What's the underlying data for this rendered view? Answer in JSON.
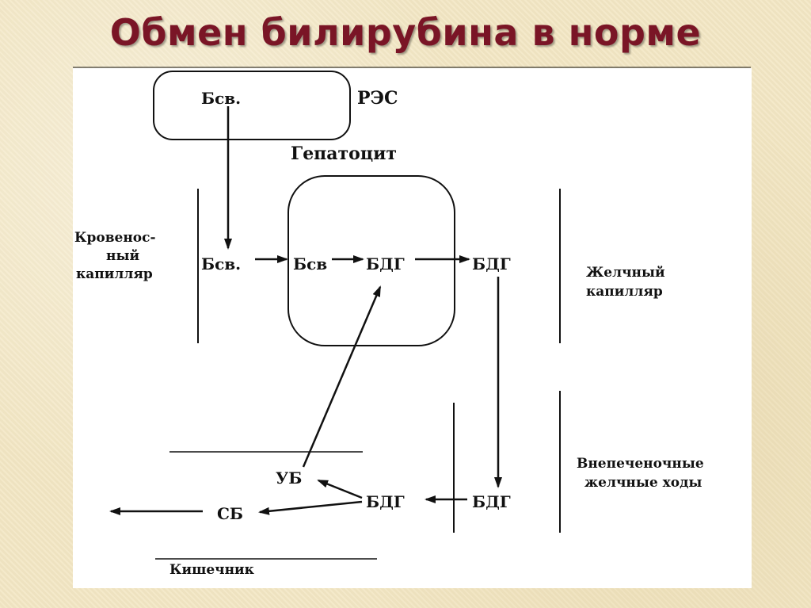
{
  "slide": {
    "title": "Обмен билирубина в норме"
  },
  "diagram": {
    "res_box_label": "Бсв.",
    "res_title": "РЭС",
    "hepatocyte_title": "Гепатоцит",
    "blood_capillary_line1": "Кровенос-",
    "blood_capillary_line2": "ный",
    "blood_capillary_line3": "капилляр",
    "bile_capillary_line1": "Желчный",
    "bile_capillary_line2": "капилляр",
    "extrahepatic_line1": "Внепеченочные",
    "extrahepatic_line2": "желчные ходы",
    "intestine": "Кишечник",
    "node_bsv_blood": "Бсв.",
    "node_bsv_hep": "Бсв",
    "node_bdg_hep": "БДГ",
    "node_bdg_bile": "БДГ",
    "node_bdg_duct": "БДГ",
    "node_bdg_intestine": "БДГ",
    "node_ub": "УБ",
    "node_sb": "СБ"
  }
}
